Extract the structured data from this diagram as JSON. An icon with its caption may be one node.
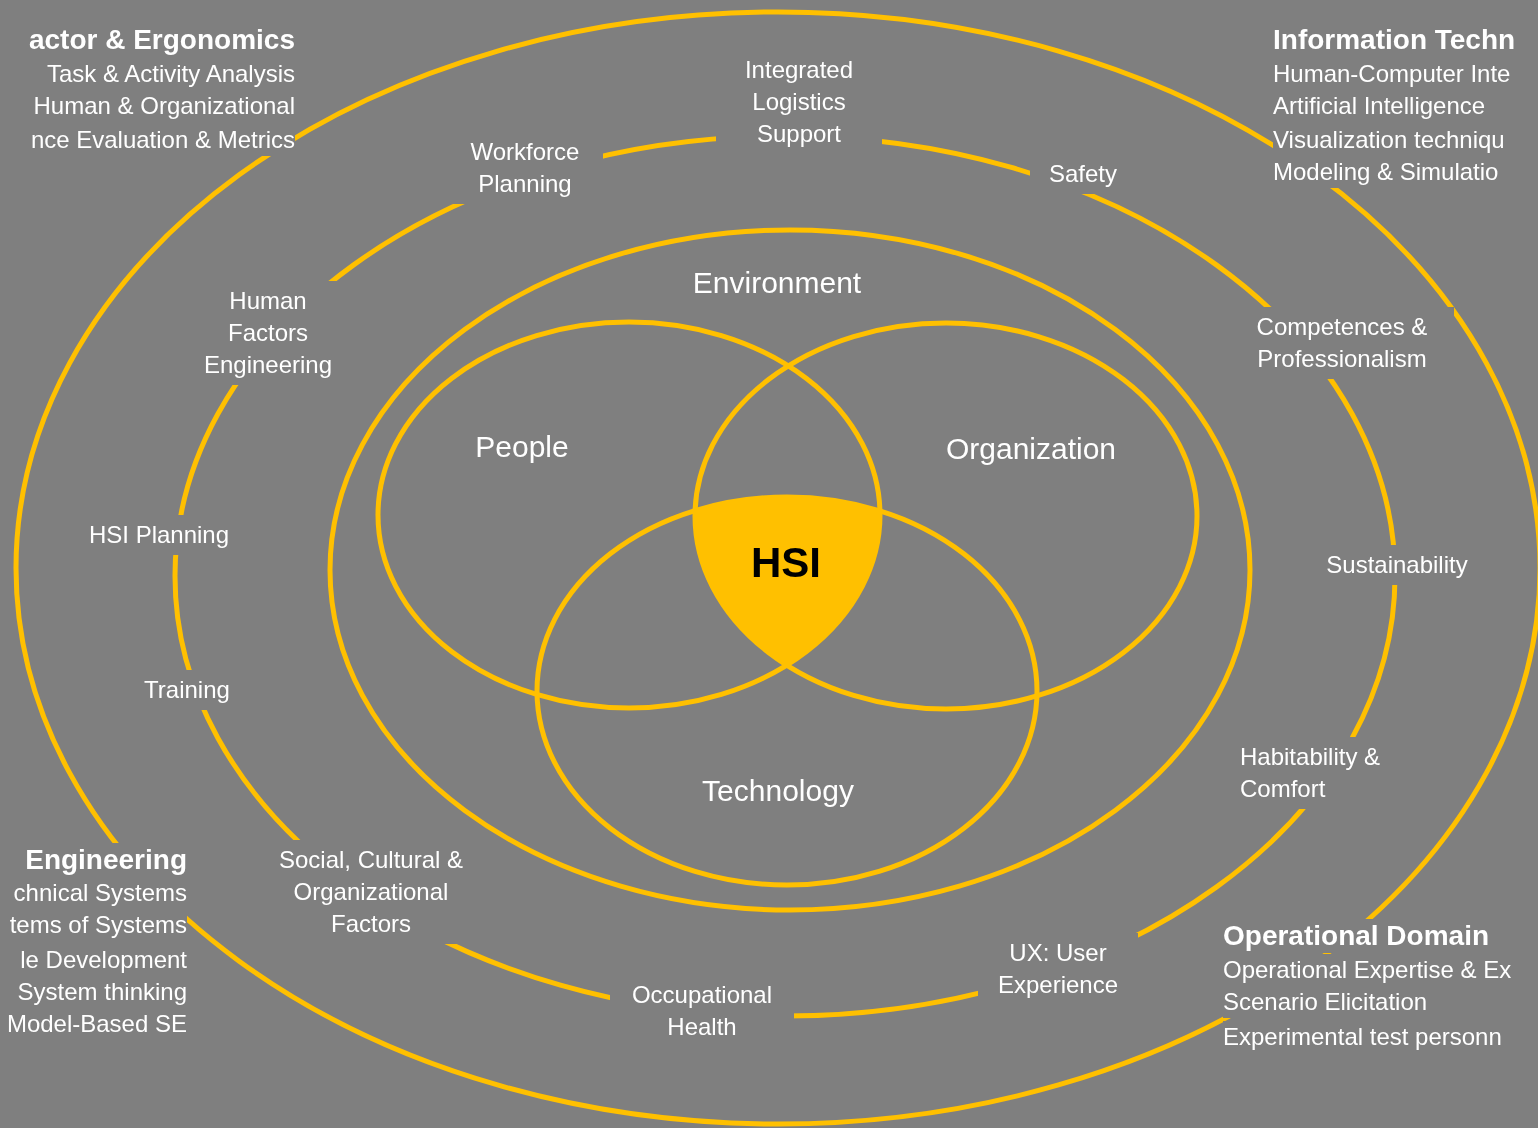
{
  "diagram": {
    "nodes": [
      {
        "text": [
          "Environment"
        ]
      },
      {
        "text": [
          "People"
        ],
        "in": 0
      },
      {
        "text": [
          "Organization"
        ],
        "in": 0
      },
      {
        "text": [
          "Technology"
        ],
        "in": 0
      },
      {
        "text": [
          "HSI"
        ]
      }
    ],
    "labels": [
      "actor & Ergonomics",
      "Task & Activity Analysis",
      "Human & Organizational",
      "nce Evaluation & Metrics",
      "Integrated Logistics Support",
      "Information Techn",
      "Human-Computer Inte",
      "Artificial Intelligence",
      "Visualization techniqu",
      "Modeling & Simulatio",
      "Workforce Planning",
      "Safety",
      "Human Factors Engineering",
      "Competences & Professionalism",
      "HSI Planning",
      "Sustainability",
      "Training",
      "Habitability & Comfort",
      "Engineering",
      "chnical Systems",
      "tems of Systems",
      "le Development",
      "System thinking",
      "Model-Based SE",
      "Social, Cultural & Organizational Factors",
      "Operational Domain",
      "Operational Expertise & Ex",
      "Scenario Elicitation",
      "Experimental test personn",
      "UX: User Experience",
      "Occupational Health"
    ]
  }
}
